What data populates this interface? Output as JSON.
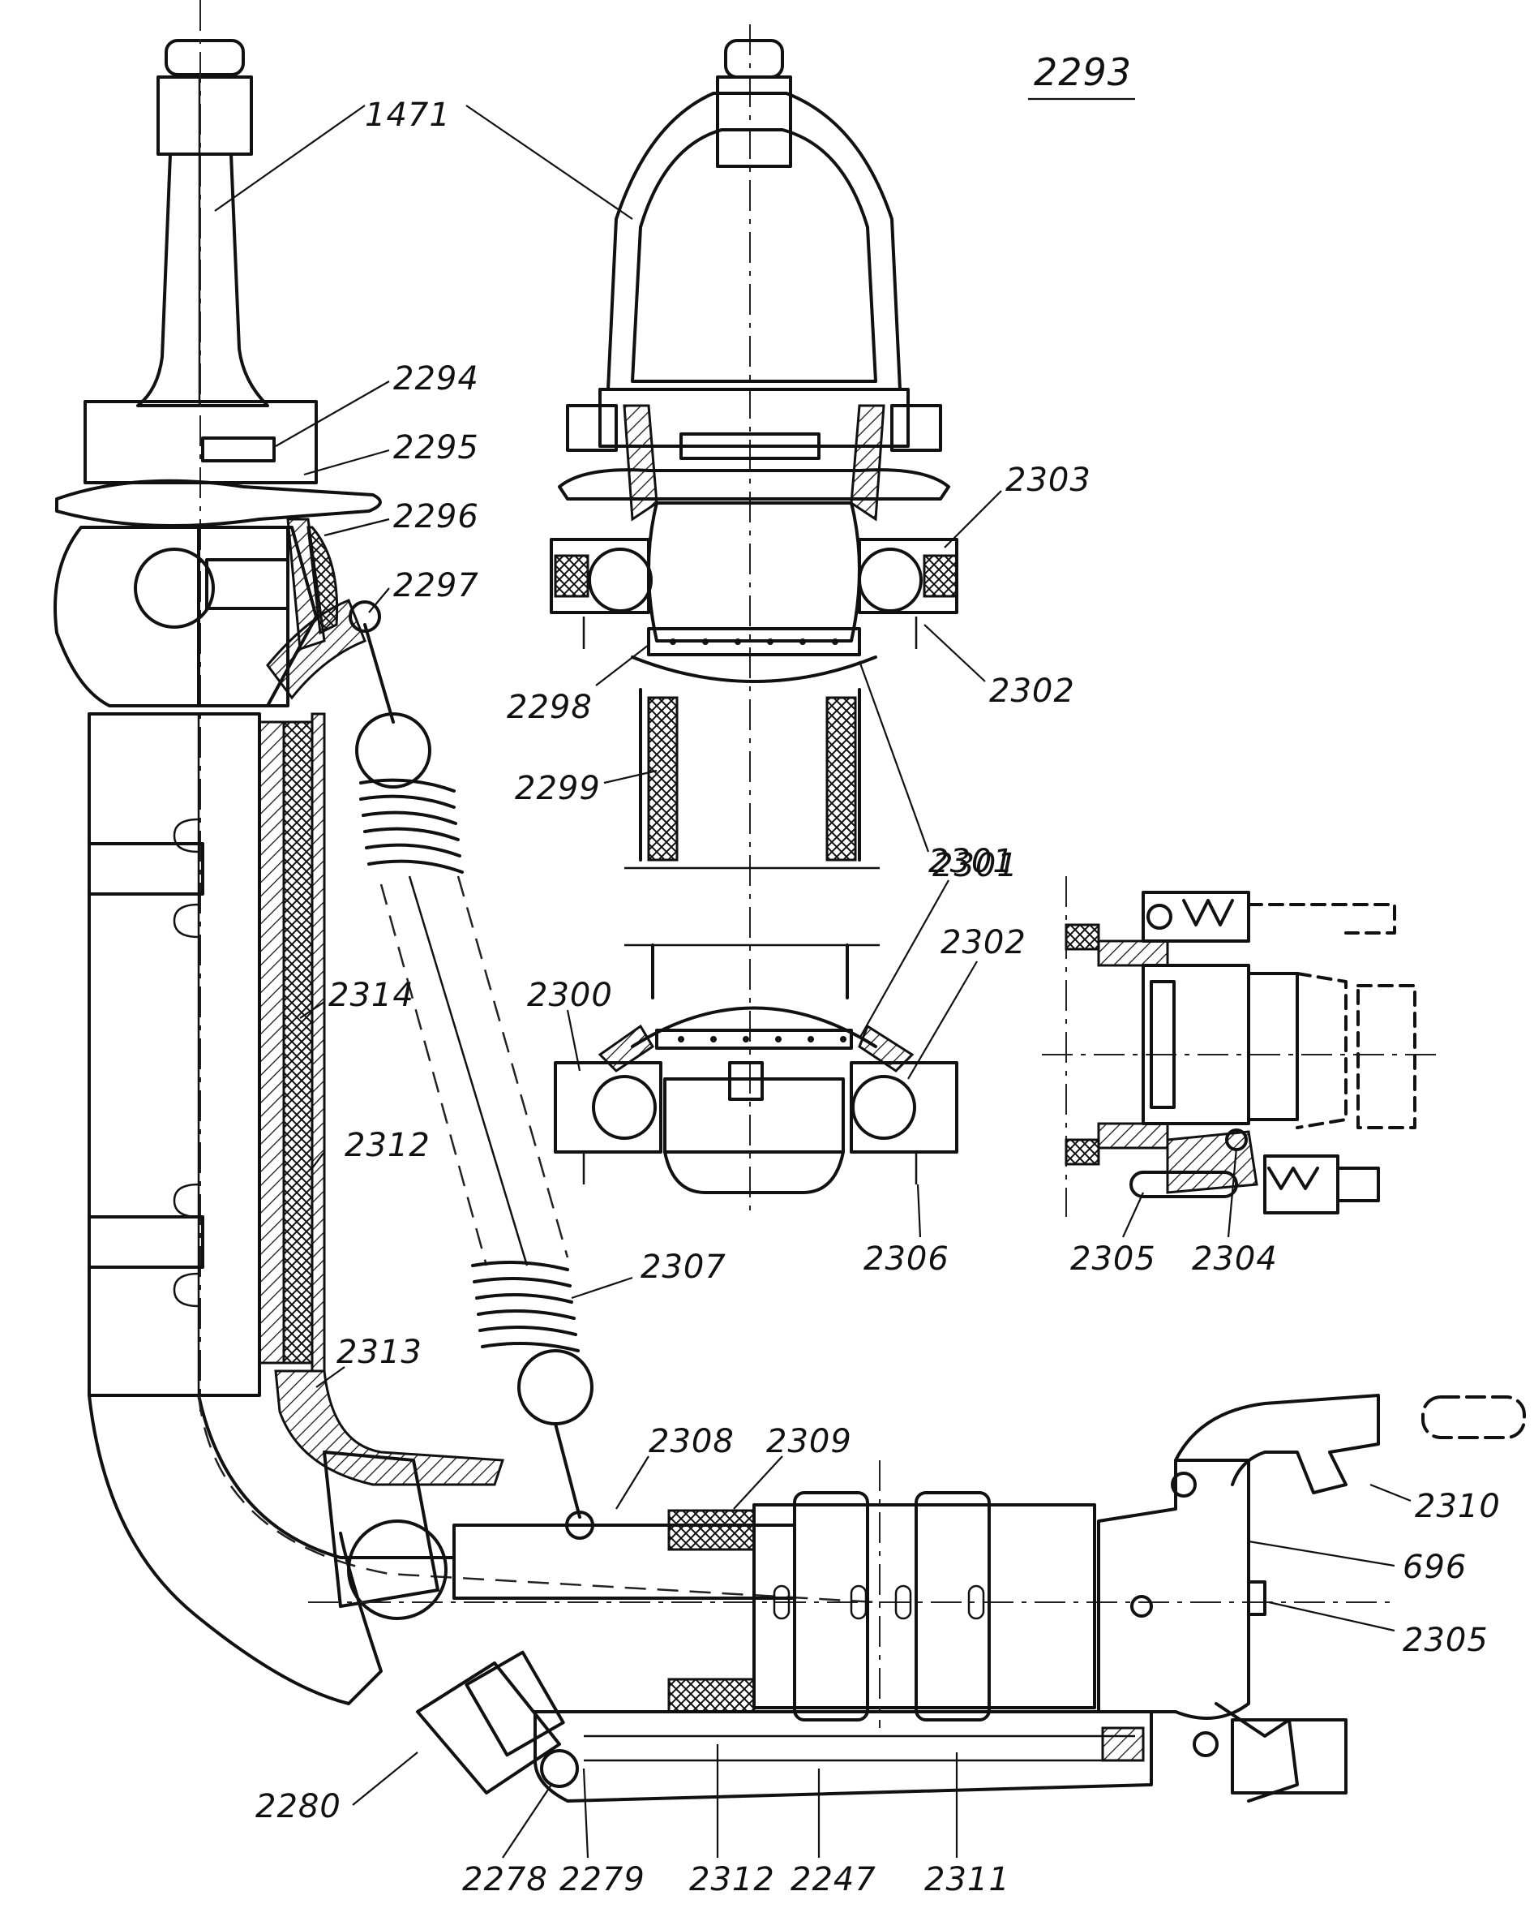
{
  "figure": {
    "number": "2293"
  },
  "callouts": [
    {
      "id": "c1471",
      "text": "1471"
    },
    {
      "id": "c2294",
      "text": "2294"
    },
    {
      "id": "c2295",
      "text": "2295"
    },
    {
      "id": "c2296",
      "text": "2296"
    },
    {
      "id": "c2297",
      "text": "2297"
    },
    {
      "id": "c2298",
      "text": "2298"
    },
    {
      "id": "c2299",
      "text": "2299"
    },
    {
      "id": "c2301a",
      "text": "2301"
    },
    {
      "id": "c2303",
      "text": "2303"
    },
    {
      "id": "c2302a",
      "text": "2302"
    },
    {
      "id": "c2300",
      "text": "2300"
    },
    {
      "id": "c2301b",
      "text": "2301"
    },
    {
      "id": "c2302b",
      "text": "2302"
    },
    {
      "id": "c2306",
      "text": "2306"
    },
    {
      "id": "c2305a",
      "text": "2305"
    },
    {
      "id": "c2304",
      "text": "2304"
    },
    {
      "id": "c2314",
      "text": "2314"
    },
    {
      "id": "c2312a",
      "text": "2312"
    },
    {
      "id": "c2307",
      "text": "2307"
    },
    {
      "id": "c2313",
      "text": "2313"
    },
    {
      "id": "c2308",
      "text": "2308"
    },
    {
      "id": "c2309",
      "text": "2309"
    },
    {
      "id": "c2310",
      "text": "2310"
    },
    {
      "id": "c696",
      "text": "696"
    },
    {
      "id": "c2305b",
      "text": "2305"
    },
    {
      "id": "c2280",
      "text": "2280"
    },
    {
      "id": "c2278",
      "text": "2278"
    },
    {
      "id": "c2279",
      "text": "2279"
    },
    {
      "id": "c2312b",
      "text": "2312"
    },
    {
      "id": "c2247",
      "text": "2247"
    },
    {
      "id": "c2311",
      "text": "2311"
    }
  ]
}
